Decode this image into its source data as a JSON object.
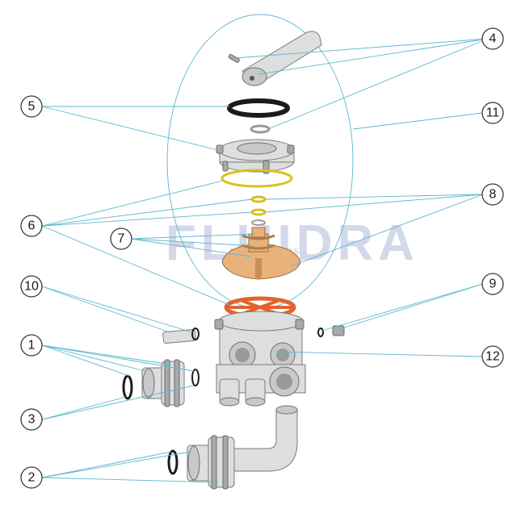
{
  "diagram": {
    "watermark": {
      "brand": "FLUIDRA",
      "sub": "AQUAPONDS"
    },
    "callouts": [
      {
        "id": "1",
        "label": "1"
      },
      {
        "id": "2",
        "label": "2"
      },
      {
        "id": "3",
        "label": "3"
      },
      {
        "id": "4",
        "label": "4"
      },
      {
        "id": "5",
        "label": "5"
      },
      {
        "id": "6",
        "label": "6"
      },
      {
        "id": "7",
        "label": "7"
      },
      {
        "id": "8",
        "label": "8"
      },
      {
        "id": "9",
        "label": "9"
      },
      {
        "id": "10",
        "label": "10"
      },
      {
        "id": "11",
        "label": "11"
      },
      {
        "id": "12",
        "label": "12"
      }
    ],
    "colors": {
      "leader": "#5bb8cf",
      "valve_body": "#c9c9c9",
      "rotor": "#e8b27c",
      "handwheel": "#e0632f",
      "o_ring_yellow": "#d8c21a",
      "gasket_black": "#1b1b1b"
    }
  }
}
